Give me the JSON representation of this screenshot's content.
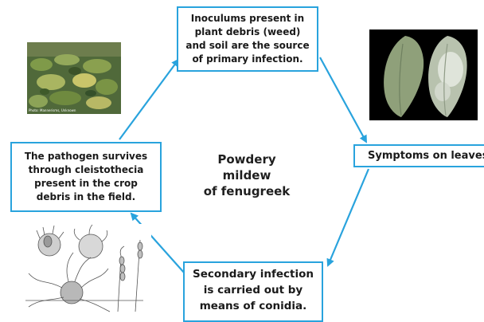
{
  "center_title": "Powdery mildew\nof fenugreek",
  "boxes": {
    "top": "Inoculums present in plant debris (weed) and soil are the source of primary infection.",
    "right": "Symptoms on leaves",
    "bottom": "Secondary infection is carried out by means of conidia.",
    "left": "The pathogen survives through cleistothecia present in the crop debris in the field."
  },
  "photo_field_caption": "Photo: Mannerisms, Unknown",
  "colors": {
    "accent": "#29a3dd",
    "box_border": "#29a3dd"
  }
}
